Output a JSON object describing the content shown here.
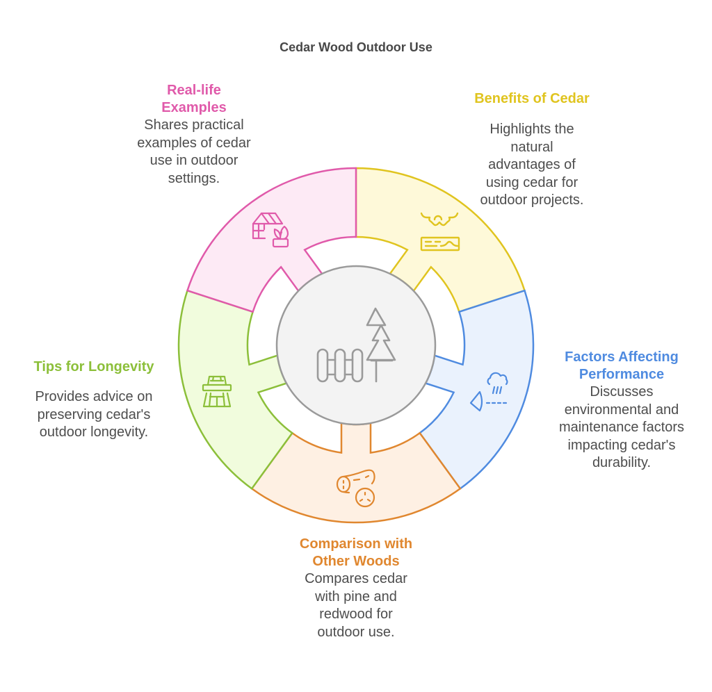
{
  "title": "Cedar Wood Outdoor Use",
  "center": {
    "icon": "fence-and-tree-icon",
    "fill": "#f3f3f3",
    "stroke": "#9a9a9a"
  },
  "segments": [
    {
      "id": "benefits",
      "heading": "Benefits of Cedar",
      "description": "Highlights the natural advantages of using cedar for outdoor projects.",
      "icon": "sun-over-wood-plank-icon",
      "color": "#e0c41f",
      "fill": "#fef9d9"
    },
    {
      "id": "factors",
      "heading": "Factors Affecting Performance",
      "description": "Discusses environmental and maintenance factors impacting cedar's durability.",
      "icon": "rain-cloud-and-shield-icon",
      "color": "#4f8be0",
      "fill": "#eaf2fd"
    },
    {
      "id": "comparison",
      "heading": "Comparison with Other Woods",
      "description": "Compares cedar with pine and redwood for outdoor use.",
      "icon": "logs-icon",
      "color": "#e0872f",
      "fill": "#fef0e3"
    },
    {
      "id": "tips",
      "heading": "Tips for Longevity",
      "description": "Provides advice on preserving cedar's outdoor longevity.",
      "icon": "picnic-table-icon",
      "color": "#8cbf3a",
      "fill": "#f1fcdd"
    },
    {
      "id": "examples",
      "heading": "Real-life Examples",
      "description": "Shares practical examples of cedar use in outdoor settings.",
      "icon": "greenhouse-plant-icon",
      "color": "#e05aaa",
      "fill": "#fdeaf5"
    }
  ]
}
